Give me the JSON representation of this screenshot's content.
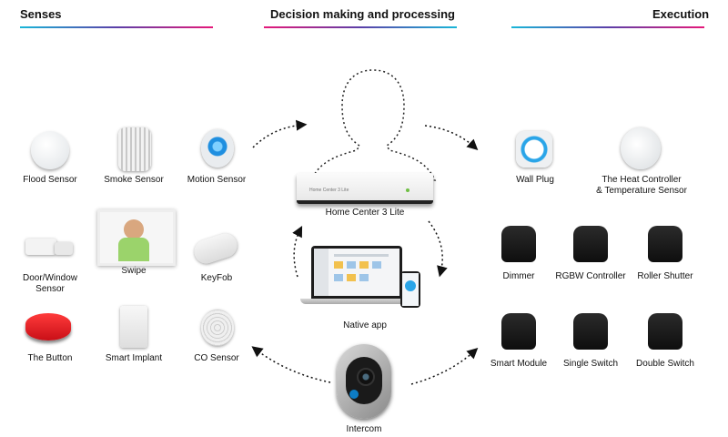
{
  "headers": {
    "senses": "Senses",
    "processing": "Decision making and processing",
    "execution": "Execution"
  },
  "senses": {
    "flood_sensor": "Flood Sensor",
    "smoke_sensor": "Smoke Sensor",
    "motion_sensor": "Motion  Sensor",
    "door_window_sensor": "Door/Window\nSensor",
    "swipe": "Swipe",
    "keyfob": "KeyFob",
    "the_button": "The Button",
    "smart_implant": "Smart Implant",
    "co_sensor": "CO Sensor"
  },
  "center": {
    "hub_label": "Home Center 3 Lite",
    "hub_device_text": "Home Center 3 Lite",
    "native_app": "Native app",
    "intercom": "Intercom"
  },
  "execution": {
    "wall_plug": "Wall Plug",
    "heat_controller": "The Heat Controller\n& Temperature Sensor",
    "dimmer": "Dimmer",
    "rgbw_controller": "RGBW Controller",
    "roller_shutter": "Roller Shutter",
    "smart_module": "Smart Module",
    "single_switch": "Single Switch",
    "double_switch": "Double Switch"
  },
  "colors": {
    "gradient_start": "#19b6d8",
    "gradient_mid": "#5b3fa8",
    "gradient_end": "#e5197a",
    "button_red": "#e21f26",
    "accent_blue": "#2aa5e8"
  },
  "icons": [
    "person-silhouette-icon",
    "dotted-arrow-icon"
  ]
}
